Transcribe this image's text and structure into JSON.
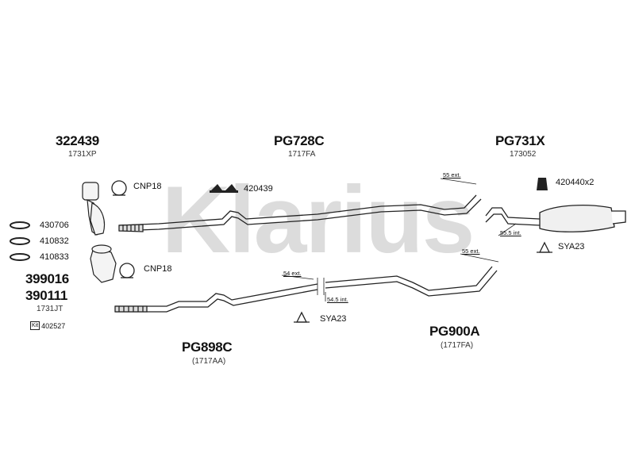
{
  "watermark": "Klarius",
  "parts": {
    "p322439": {
      "code": "322439",
      "sub": "1731XP"
    },
    "pg728c": {
      "code": "PG728C",
      "sub": "1717FA"
    },
    "pg731x": {
      "code": "PG731X",
      "sub": "173052"
    },
    "p399016": {
      "code": "399016"
    },
    "p390111": {
      "code": "390111",
      "sub": "1731JT"
    },
    "pg898c": {
      "code": "PG898C",
      "sub": "(1717AA)"
    },
    "pg900a": {
      "code": "PG900A",
      "sub": "(1717FA)"
    }
  },
  "accessories": {
    "cnp18_top": "CNP18",
    "cnp18_bottom": "CNP18",
    "a420439": "420439",
    "a420440x2": "420440x2",
    "a430706": "430706",
    "a410832": "410832",
    "a410833": "410833",
    "sya23_right": "SYA23",
    "sya23_mid": "SYA23"
  },
  "kit": {
    "label": "Kit",
    "number": "402527"
  },
  "dimensions": {
    "d55ext_top": "55 ext.",
    "d55_5int": "55.5 int.",
    "d55ext_bottom": "55 ext.",
    "d54ext": "54 ext.",
    "d54_5int": "54.5 int."
  },
  "colors": {
    "line": "#222222",
    "watermark": "#d9d9d9",
    "fill": "#f2f2f2"
  }
}
